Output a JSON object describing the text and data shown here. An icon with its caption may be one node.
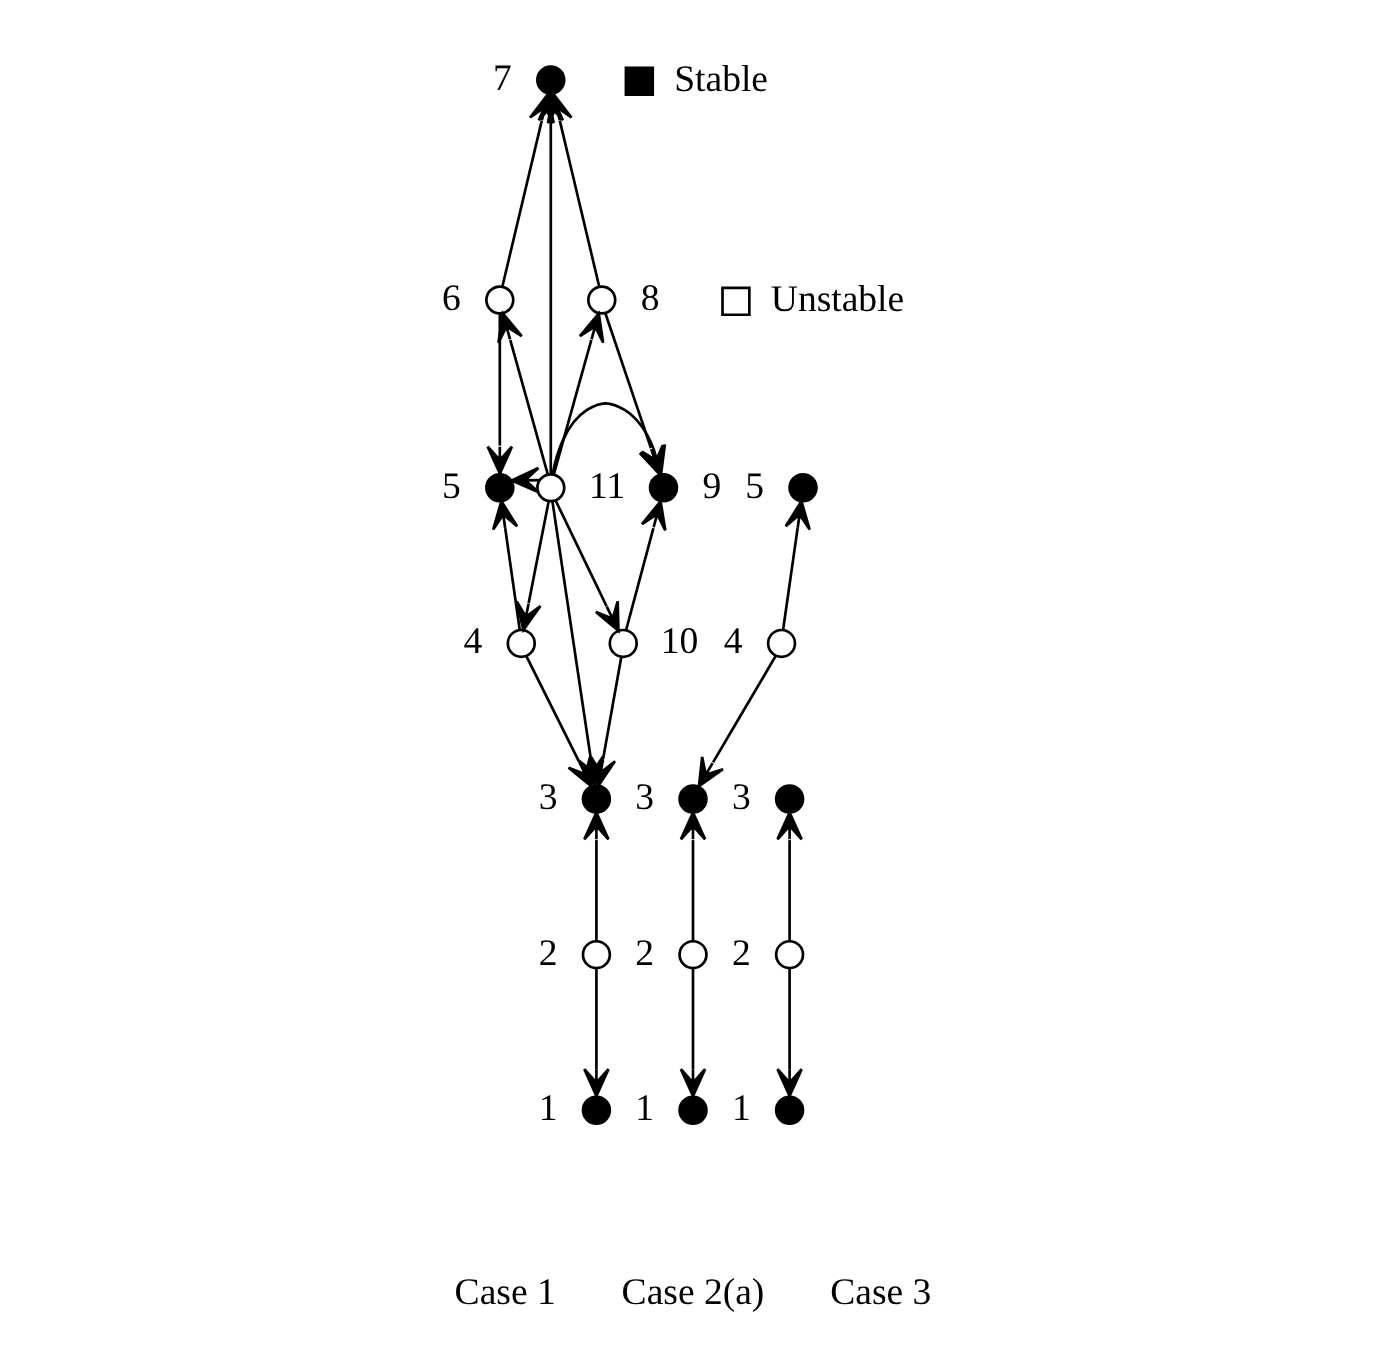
{
  "diagram": {
    "nodes": [
      {
        "text": [],
        "shape": "circle",
        "beside": [
          "7"
        ]
      },
      {
        "text": [],
        "shape": "circle",
        "beside": [
          "6"
        ]
      },
      {
        "text": [],
        "shape": "circle",
        "beside": [
          "8"
        ]
      },
      {
        "text": [],
        "shape": "circle",
        "beside": [
          "5"
        ]
      },
      {
        "text": [],
        "shape": "circle",
        "beside": [
          "11"
        ]
      },
      {
        "text": [],
        "shape": "circle",
        "beside": [
          "9"
        ]
      },
      {
        "text": [],
        "shape": "circle",
        "beside": [
          "4"
        ]
      },
      {
        "text": [],
        "shape": "circle",
        "beside": [
          "10"
        ]
      },
      {
        "text": [],
        "shape": "circle",
        "beside": [
          "3"
        ]
      },
      {
        "text": [],
        "shape": "circle",
        "beside": [
          "2"
        ]
      },
      {
        "text": [],
        "shape": "circle",
        "beside": [
          "1"
        ]
      },
      {
        "text": [],
        "shape": "circle",
        "beside": [
          "5"
        ]
      },
      {
        "text": [],
        "shape": "circle",
        "beside": [
          "4"
        ]
      },
      {
        "text": [],
        "shape": "circle",
        "beside": [
          "3"
        ]
      },
      {
        "text": [],
        "shape": "circle",
        "beside": [
          "2"
        ]
      },
      {
        "text": [],
        "shape": "circle",
        "beside": [
          "1"
        ]
      },
      {
        "text": [],
        "shape": "circle",
        "beside": [
          "3"
        ]
      },
      {
        "text": [],
        "shape": "circle",
        "beside": [
          "2"
        ]
      },
      {
        "text": [],
        "shape": "circle",
        "beside": [
          "1"
        ]
      }
    ],
    "edges": [
      {
        "from": 4,
        "to": 0,
        "arrow": "to"
      },
      {
        "from": 4,
        "to": 1,
        "arrow": "to"
      },
      {
        "from": 4,
        "to": 2,
        "arrow": "to"
      },
      {
        "from": 4,
        "to": 3,
        "arrow": "to"
      },
      {
        "from": 4,
        "to": 5,
        "arrow": "to"
      },
      {
        "from": 4,
        "to": 6,
        "arrow": "to"
      },
      {
        "from": 4,
        "to": 7,
        "arrow": "to"
      },
      {
        "from": 4,
        "to": 8,
        "arrow": "to"
      },
      {
        "from": 1,
        "to": 0,
        "arrow": "to"
      },
      {
        "from": 1,
        "to": 3,
        "arrow": "to"
      },
      {
        "from": 2,
        "to": 0,
        "arrow": "to"
      },
      {
        "from": 2,
        "to": 5,
        "arrow": "to"
      },
      {
        "from": 6,
        "to": 3,
        "arrow": "to"
      },
      {
        "from": 6,
        "to": 8,
        "arrow": "to"
      },
      {
        "from": 7,
        "to": 5,
        "arrow": "to"
      },
      {
        "from": 7,
        "to": 8,
        "arrow": "to"
      },
      {
        "from": 9,
        "to": 8,
        "arrow": "to"
      },
      {
        "from": 9,
        "to": 10,
        "arrow": "to"
      },
      {
        "from": 12,
        "to": 11,
        "arrow": "to"
      },
      {
        "from": 12,
        "to": 13,
        "arrow": "to"
      },
      {
        "from": 14,
        "to": 13,
        "arrow": "to"
      },
      {
        "from": 14,
        "to": 15,
        "arrow": "to"
      },
      {
        "from": 17,
        "to": 16,
        "arrow": "to"
      },
      {
        "from": 17,
        "to": 18,
        "arrow": "to"
      }
    ],
    "labels": [
      "Case 1",
      "Case 2(a)",
      "Case 3"
    ],
    "legend": [
      {
        "text": "Stable",
        "color": "#000000"
      },
      {
        "text": "Unstable",
        "color": "#ffffff"
      }
    ]
  }
}
